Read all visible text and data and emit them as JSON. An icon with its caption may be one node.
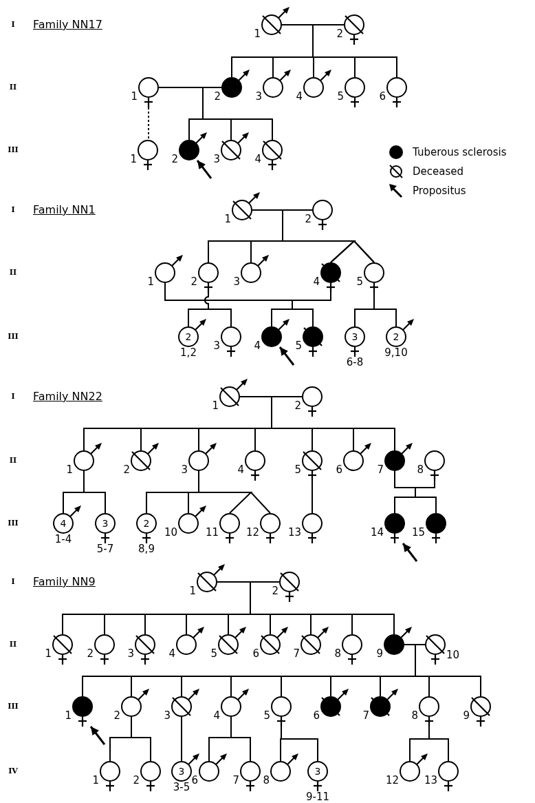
{
  "diagram": {
    "nodes": [
      {
        "text": [],
        "shape": "circle",
        "beside": [
          "1"
        ]
      },
      {
        "text": [],
        "shape": "circle",
        "beside": [
          "2"
        ]
      },
      {
        "text": [],
        "shape": "circle",
        "beside": [
          "1"
        ]
      },
      {
        "text": [],
        "shape": "circle",
        "beside": [
          "2"
        ]
      },
      {
        "text": [],
        "shape": "circle",
        "beside": [
          "3"
        ]
      },
      {
        "text": [],
        "shape": "circle",
        "beside": [
          "4"
        ]
      },
      {
        "text": [],
        "shape": "circle",
        "beside": [
          "5"
        ]
      },
      {
        "text": [],
        "shape": "circle",
        "beside": [
          "6"
        ]
      },
      {
        "text": [],
        "shape": "circle",
        "beside": [
          "1"
        ]
      },
      {
        "text": [],
        "shape": "circle",
        "beside": [
          "2"
        ]
      },
      {
        "text": [],
        "shape": "circle",
        "beside": [
          "3"
        ]
      },
      {
        "text": [],
        "shape": "circle",
        "beside": [
          "4"
        ]
      },
      {
        "text": [],
        "shape": "circle",
        "beside": [
          "1"
        ]
      },
      {
        "text": [],
        "shape": "circle",
        "beside": [
          "2"
        ]
      },
      {
        "text": [],
        "shape": "circle",
        "beside": [
          "1"
        ]
      },
      {
        "text": [],
        "shape": "circle",
        "beside": [
          "2"
        ]
      },
      {
        "text": [],
        "shape": "circle",
        "beside": [
          "3"
        ]
      },
      {
        "text": [],
        "shape": "circle",
        "beside": [
          "4"
        ]
      },
      {
        "text": [],
        "shape": "circle",
        "beside": [
          "5"
        ]
      },
      {
        "text": [
          "2"
        ],
        "beside": [
          "1,2"
        ]
      },
      {
        "text": [],
        "shape": "circle",
        "beside": [
          "3"
        ]
      },
      {
        "text": [],
        "shape": "circle",
        "beside": [
          "4"
        ]
      },
      {
        "text": [],
        "shape": "circle",
        "beside": [
          "5"
        ]
      },
      {
        "text": [
          "3"
        ],
        "beside": [
          "6-8"
        ]
      },
      {
        "text": [
          "2"
        ],
        "beside": [
          "9,10"
        ]
      },
      {
        "text": [],
        "shape": "circle",
        "beside": [
          "1"
        ]
      },
      {
        "text": [],
        "shape": "circle",
        "beside": [
          "2"
        ]
      },
      {
        "text": [],
        "shape": "circle",
        "beside": [
          "1"
        ]
      },
      {
        "text": [],
        "shape": "circle",
        "beside": [
          "2"
        ]
      },
      {
        "text": [],
        "shape": "circle",
        "beside": [
          "3"
        ]
      },
      {
        "text": [],
        "shape": "circle",
        "beside": [
          "4"
        ]
      },
      {
        "text": [],
        "shape": "circle",
        "beside": [
          "5"
        ]
      },
      {
        "text": [],
        "shape": "circle",
        "beside": [
          "6"
        ]
      },
      {
        "text": [],
        "shape": "circle",
        "beside": [
          "7"
        ]
      },
      {
        "text": [],
        "shape": "circle",
        "beside": [
          "8"
        ]
      },
      {
        "text": [
          "4"
        ],
        "beside": [
          "1-4"
        ]
      },
      {
        "text": [
          "3"
        ],
        "beside": [
          "5-7"
        ]
      },
      {
        "text": [
          "2"
        ],
        "beside": [
          "8,9"
        ]
      },
      {
        "text": [],
        "shape": "circle",
        "beside": [
          "10"
        ]
      },
      {
        "text": [],
        "shape": "circle",
        "beside": [
          "11"
        ]
      },
      {
        "text": [],
        "shape": "circle",
        "beside": [
          "12"
        ]
      },
      {
        "text": [],
        "shape": "circle",
        "beside": [
          "13"
        ]
      },
      {
        "text": [],
        "shape": "circle",
        "beside": [
          "14"
        ]
      },
      {
        "text": [],
        "shape": "circle",
        "beside": [
          "15"
        ]
      },
      {
        "text": [],
        "shape": "circle",
        "beside": [
          "1"
        ]
      },
      {
        "text": [],
        "shape": "circle",
        "beside": [
          "2"
        ]
      },
      {
        "text": [],
        "shape": "circle",
        "beside": [
          "1"
        ]
      },
      {
        "text": [],
        "shape": "circle",
        "beside": [
          "2"
        ]
      },
      {
        "text": [],
        "shape": "circle",
        "beside": [
          "3"
        ]
      },
      {
        "text": [],
        "shape": "circle",
        "beside": [
          "4"
        ]
      },
      {
        "text": [],
        "shape": "circle",
        "beside": [
          "5"
        ]
      },
      {
        "text": [],
        "shape": "circle",
        "beside": [
          "6"
        ]
      },
      {
        "text": [],
        "shape": "circle",
        "beside": [
          "7"
        ]
      },
      {
        "text": [],
        "shape": "circle",
        "beside": [
          "8"
        ]
      },
      {
        "text": [],
        "shape": "circle",
        "beside": [
          "9"
        ]
      },
      {
        "text": [],
        "shape": "circle",
        "beside": [
          "10"
        ]
      },
      {
        "text": [],
        "shape": "circle",
        "beside": [
          "1"
        ]
      },
      {
        "text": [],
        "shape": "circle",
        "beside": [
          "2"
        ]
      },
      {
        "text": [],
        "shape": "circle",
        "beside": [
          "3"
        ]
      },
      {
        "text": [],
        "shape": "circle",
        "beside": [
          "4"
        ]
      },
      {
        "text": [],
        "shape": "circle",
        "beside": [
          "5"
        ]
      },
      {
        "text": [],
        "shape": "circle",
        "beside": [
          "6"
        ]
      },
      {
        "text": [],
        "shape": "circle",
        "beside": [
          "7"
        ]
      },
      {
        "text": [],
        "shape": "circle",
        "beside": [
          "8"
        ]
      },
      {
        "text": [],
        "shape": "circle",
        "beside": [
          "9"
        ]
      },
      {
        "text": [],
        "shape": "circle",
        "beside": [
          "1"
        ]
      },
      {
        "text": [],
        "shape": "circle",
        "beside": [
          "2"
        ]
      },
      {
        "text": [
          "3"
        ],
        "beside": [
          "3-5"
        ]
      },
      {
        "text": [],
        "shape": "circle",
        "beside": [
          "6"
        ]
      },
      {
        "text": [],
        "shape": "circle",
        "beside": [
          "7"
        ]
      },
      {
        "text": [],
        "shape": "circle",
        "beside": [
          "8"
        ]
      },
      {
        "text": [
          "3"
        ],
        "beside": [
          "9-11"
        ]
      },
      {
        "text": [],
        "shape": "circle",
        "beside": [
          "12"
        ]
      },
      {
        "text": [],
        "shape": "circle",
        "beside": [
          "13"
        ]
      }
    ],
    "edges": [
      {
        "from": 0,
        "to": 1,
        "arrow": "none"
      },
      {
        "from": 0,
        "to": 3,
        "arrow": "none"
      },
      {
        "from": 0,
        "to": 4,
        "arrow": "none"
      },
      {
        "from": 0,
        "to": 5,
        "arrow": "none"
      },
      {
        "from": 0,
        "to": 6,
        "arrow": "none"
      },
      {
        "from": 0,
        "to": 7,
        "arrow": "none"
      },
      {
        "from": 1,
        "to": 3,
        "arrow": "none"
      },
      {
        "from": 1,
        "to": 4,
        "arrow": "none"
      },
      {
        "from": 1,
        "to": 5,
        "arrow": "none"
      },
      {
        "from": 1,
        "to": 6,
        "arrow": "none"
      },
      {
        "from": 1,
        "to": 7,
        "arrow": "none"
      },
      {
        "from": 2,
        "to": 3,
        "arrow": "none"
      },
      {
        "from": 2,
        "to": 9,
        "arrow": "none"
      },
      {
        "from": 2,
        "to": 10,
        "arrow": "none"
      },
      {
        "from": 2,
        "to": 11,
        "arrow": "none"
      },
      {
        "from": 3,
        "to": 9,
        "arrow": "none"
      },
      {
        "from": 3,
        "to": 10,
        "arrow": "none"
      },
      {
        "from": 3,
        "to": 11,
        "arrow": "none"
      },
      {
        "from": 2,
        "to": 8,
        "arrow": "none",
        "style": "dashed"
      },
      {
        "from": 12,
        "to": 13,
        "arrow": "none"
      },
      {
        "from": 12,
        "to": 15,
        "arrow": "none"
      },
      {
        "from": 12,
        "to": 16,
        "arrow": "none"
      },
      {
        "from": 12,
        "to": 17,
        "arrow": "none"
      },
      {
        "from": 12,
        "to": 18,
        "arrow": "none"
      },
      {
        "from": 13,
        "to": 15,
        "arrow": "none"
      },
      {
        "from": 13,
        "to": 16,
        "arrow": "none"
      },
      {
        "from": 13,
        "to": 17,
        "arrow": "none"
      },
      {
        "from": 13,
        "to": 18,
        "arrow": "none"
      },
      {
        "from": 14,
        "to": 17,
        "arrow": "none"
      },
      {
        "from": 15,
        "to": 19,
        "arrow": "none"
      },
      {
        "from": 15,
        "to": 20,
        "arrow": "none"
      },
      {
        "from": 14,
        "to": 21,
        "arrow": "none"
      },
      {
        "from": 14,
        "to": 22,
        "arrow": "none"
      },
      {
        "from": 17,
        "to": 21,
        "arrow": "none"
      },
      {
        "from": 17,
        "to": 22,
        "arrow": "none"
      },
      {
        "from": 18,
        "to": 23,
        "arrow": "none"
      },
      {
        "from": 18,
        "to": 24,
        "arrow": "none"
      },
      {
        "from": 25,
        "to": 26,
        "arrow": "none"
      },
      {
        "from": 25,
        "to": 27,
        "arrow": "none"
      },
      {
        "from": 25,
        "to": 28,
        "arrow": "none"
      },
      {
        "from": 25,
        "to": 29,
        "arrow": "none"
      },
      {
        "from": 25,
        "to": 30,
        "arrow": "none"
      },
      {
        "from": 25,
        "to": 31,
        "arrow": "none"
      },
      {
        "from": 25,
        "to": 32,
        "arrow": "none"
      },
      {
        "from": 25,
        "to": 33,
        "arrow": "none"
      },
      {
        "from": 26,
        "to": 27,
        "arrow": "none"
      },
      {
        "from": 26,
        "to": 28,
        "arrow": "none"
      },
      {
        "from": 26,
        "to": 29,
        "arrow": "none"
      },
      {
        "from": 26,
        "to": 30,
        "arrow": "none"
      },
      {
        "from": 26,
        "to": 31,
        "arrow": "none"
      },
      {
        "from": 26,
        "to": 32,
        "arrow": "none"
      },
      {
        "from": 26,
        "to": 33,
        "arrow": "none"
      },
      {
        "from": 33,
        "to": 34,
        "arrow": "none"
      },
      {
        "from": 27,
        "to": 35,
        "arrow": "none"
      },
      {
        "from": 27,
        "to": 36,
        "arrow": "none"
      },
      {
        "from": 29,
        "to": 37,
        "arrow": "none"
      },
      {
        "from": 29,
        "to": 38,
        "arrow": "none"
      },
      {
        "from": 29,
        "to": 39,
        "arrow": "none"
      },
      {
        "from": 29,
        "to": 40,
        "arrow": "none"
      },
      {
        "from": 31,
        "to": 41,
        "arrow": "none"
      },
      {
        "from": 33,
        "to": 42,
        "arrow": "none"
      },
      {
        "from": 33,
        "to": 43,
        "arrow": "none"
      },
      {
        "from": 34,
        "to": 42,
        "arrow": "none"
      },
      {
        "from": 34,
        "to": 43,
        "arrow": "none"
      },
      {
        "from": 44,
        "to": 45,
        "arrow": "none"
      },
      {
        "from": 44,
        "to": 46,
        "arrow": "none"
      },
      {
        "from": 44,
        "to": 47,
        "arrow": "none"
      },
      {
        "from": 44,
        "to": 48,
        "arrow": "none"
      },
      {
        "from": 44,
        "to": 49,
        "arrow": "none"
      },
      {
        "from": 44,
        "to": 50,
        "arrow": "none"
      },
      {
        "from": 44,
        "to": 51,
        "arrow": "none"
      },
      {
        "from": 44,
        "to": 52,
        "arrow": "none"
      },
      {
        "from": 44,
        "to": 53,
        "arrow": "none"
      },
      {
        "from": 44,
        "to": 54,
        "arrow": "none"
      },
      {
        "from": 45,
        "to": 46,
        "arrow": "none"
      },
      {
        "from": 45,
        "to": 47,
        "arrow": "none"
      },
      {
        "from": 45,
        "to": 48,
        "arrow": "none"
      },
      {
        "from": 45,
        "to": 49,
        "arrow": "none"
      },
      {
        "from": 45,
        "to": 50,
        "arrow": "none"
      },
      {
        "from": 45,
        "to": 51,
        "arrow": "none"
      },
      {
        "from": 45,
        "to": 52,
        "arrow": "none"
      },
      {
        "from": 45,
        "to": 53,
        "arrow": "none"
      },
      {
        "from": 45,
        "to": 54,
        "arrow": "none"
      },
      {
        "from": 54,
        "to": 55,
        "arrow": "none"
      },
      {
        "from": 54,
        "to": 56,
        "arrow": "none"
      },
      {
        "from": 54,
        "to": 57,
        "arrow": "none"
      },
      {
        "from": 54,
        "to": 58,
        "arrow": "none"
      },
      {
        "from": 54,
        "to": 59,
        "arrow": "none"
      },
      {
        "from": 54,
        "to": 60,
        "arrow": "none"
      },
      {
        "from": 54,
        "to": 61,
        "arrow": "none"
      },
      {
        "from": 54,
        "to": 62,
        "arrow": "none"
      },
      {
        "from": 54,
        "to": 63,
        "arrow": "none"
      },
      {
        "from": 54,
        "to": 64,
        "arrow": "none"
      },
      {
        "from": 55,
        "to": 56,
        "arrow": "none"
      },
      {
        "from": 55,
        "to": 57,
        "arrow": "none"
      },
      {
        "from": 55,
        "to": 58,
        "arrow": "none"
      },
      {
        "from": 55,
        "to": 59,
        "arrow": "none"
      },
      {
        "from": 55,
        "to": 60,
        "arrow": "none"
      },
      {
        "from": 55,
        "to": 61,
        "arrow": "none"
      },
      {
        "from": 55,
        "to": 62,
        "arrow": "none"
      },
      {
        "from": 55,
        "to": 63,
        "arrow": "none"
      },
      {
        "from": 55,
        "to": 64,
        "arrow": "none"
      },
      {
        "from": 57,
        "to": 65,
        "arrow": "none"
      },
      {
        "from": 57,
        "to": 66,
        "arrow": "none"
      },
      {
        "from": 58,
        "to": 67,
        "arrow": "none"
      },
      {
        "from": 59,
        "to": 68,
        "arrow": "none"
      },
      {
        "from": 59,
        "to": 69,
        "arrow": "none"
      },
      {
        "from": 60,
        "to": 70,
        "arrow": "none"
      },
      {
        "from": 60,
        "to": 71,
        "arrow": "none"
      },
      {
        "from": 63,
        "to": 72,
        "arrow": "none"
      },
      {
        "from": 63,
        "to": 73,
        "arrow": "none"
      },
      {
        "from": null,
        "to": 9,
        "arrow": "to"
      },
      {
        "from": null,
        "to": 21,
        "arrow": "to"
      },
      {
        "from": null,
        "to": 42,
        "arrow": "to"
      },
      {
        "from": null,
        "to": 56,
        "arrow": "to"
      }
    ],
    "labels": [
      "I",
      "Family NN17",
      "II",
      "III",
      "I",
      "Family NN1",
      "II",
      "III",
      "I",
      "Family NN22",
      "II",
      "III",
      "I",
      "Family NN9",
      "II",
      "III",
      "IV"
    ],
    "legend": [
      {
        "text": "Tuberous sclerosis",
        "color": "#000000"
      },
      {
        "text": "Deceased"
      },
      {
        "text": "Propositus"
      }
    ]
  }
}
